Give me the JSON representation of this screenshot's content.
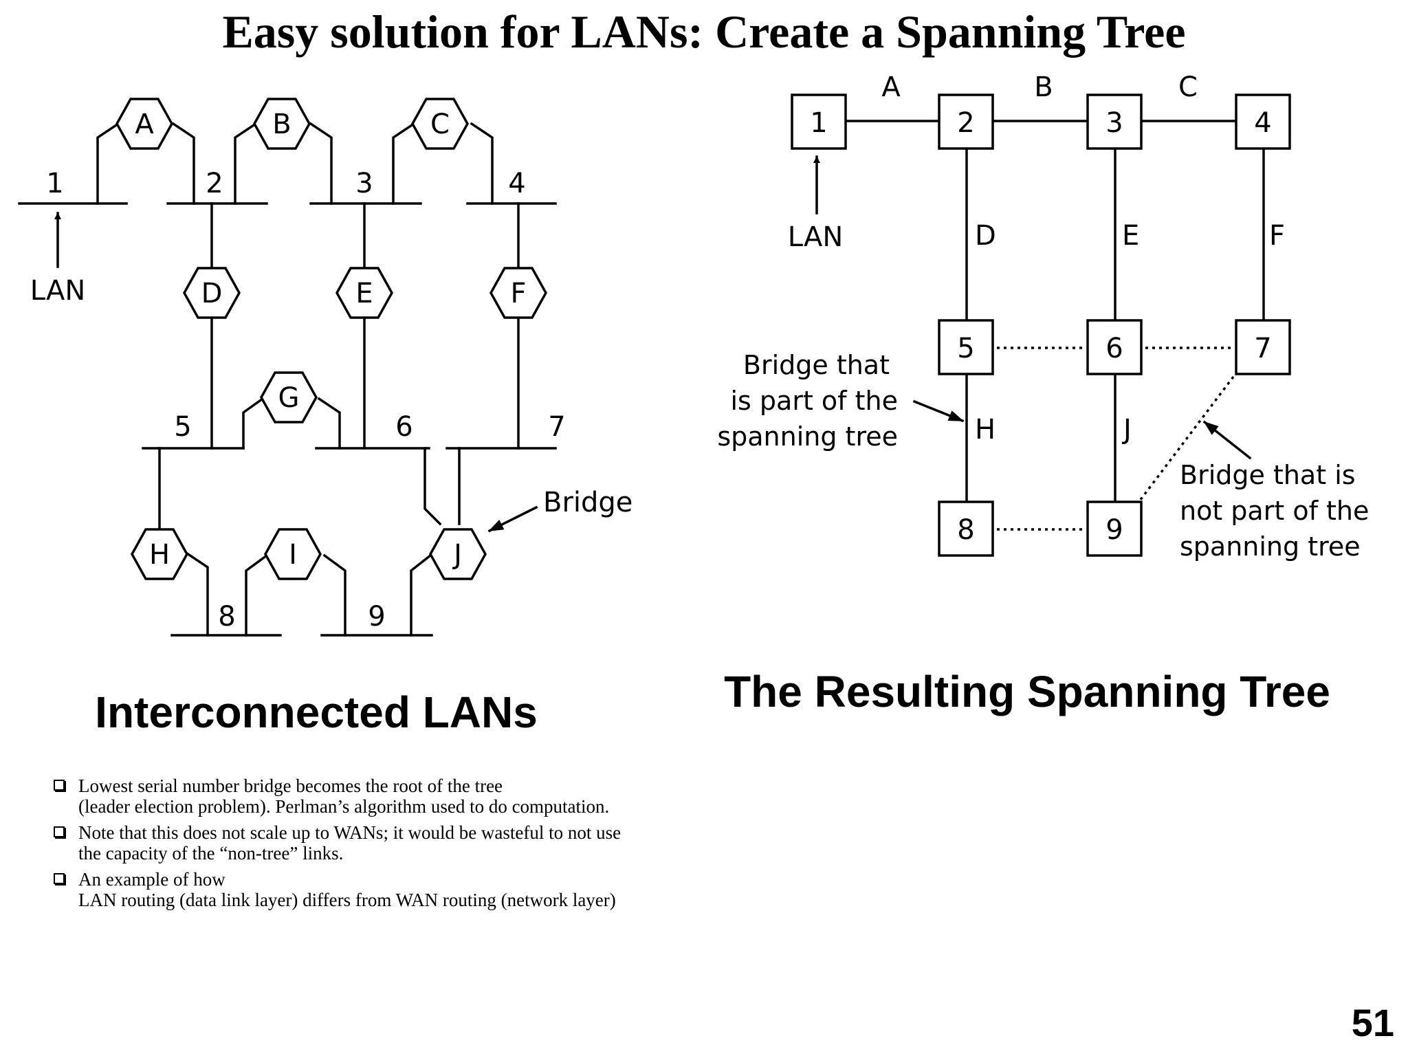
{
  "title": "Easy solution for LANs: Create a Spanning Tree",
  "left_diagram": {
    "caption": "Interconnected LANs",
    "lan_callout": "LAN",
    "bridge_callout": "Bridge",
    "lans": [
      "1",
      "2",
      "3",
      "4",
      "5",
      "6",
      "7",
      "8",
      "9"
    ],
    "bridges": [
      "A",
      "B",
      "C",
      "D",
      "E",
      "F",
      "G",
      "H",
      "I",
      "J"
    ]
  },
  "right_diagram": {
    "caption": "The Resulting Spanning Tree",
    "lan_callout": "LAN",
    "lans": [
      "1",
      "2",
      "3",
      "4",
      "5",
      "6",
      "7",
      "8",
      "9"
    ],
    "bridges": [
      "A",
      "B",
      "C",
      "D",
      "E",
      "F",
      "H",
      "J"
    ],
    "callout_in_tree": [
      "Bridge that",
      "is part of the",
      "spanning  tree"
    ],
    "callout_not_in_tree": [
      "Bridge that is",
      "not part of the",
      "spanning tree"
    ]
  },
  "bullets": [
    [
      "Lowest serial number bridge becomes the root of the tree",
      "(leader election problem).  Perlman’s algorithm used to do computation."
    ],
    [
      "Note that this does not scale up to WANs; it would be wasteful to not use",
      "the capacity of the “non-tree” links."
    ],
    [
      "An example of how",
      "LAN routing (data link layer) differs from WAN routing (network layer)"
    ]
  ],
  "page_number": "51"
}
